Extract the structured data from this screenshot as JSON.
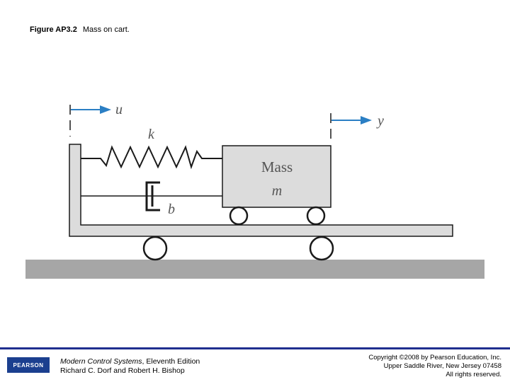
{
  "caption": {
    "figure_number": "Figure AP3.2",
    "title": "Mass on cart."
  },
  "diagram": {
    "labels": {
      "u": "u",
      "y": "y",
      "k": "k",
      "b": "b",
      "mass": "Mass",
      "m": "m"
    },
    "colors": {
      "arrow": "#2b7fc4",
      "body_fill": "#dcdcdc",
      "ground_fill": "#a6a6a6",
      "stroke": "#1a1a1a"
    }
  },
  "footer": {
    "logo_text": "PEARSON",
    "book_title": "Modern Control Systems",
    "book_edition": ", Eleventh Edition",
    "authors": "Richard C. Dorf and Robert H. Bishop",
    "copyright_line1": "Copyright ©2008 by Pearson Education, Inc.",
    "copyright_line2": "Upper Saddle River, New Jersey 07458",
    "copyright_line3": "All rights reserved.",
    "colors": {
      "rule": "#1f2f8f",
      "logo_bg": "#1b3f8f"
    }
  }
}
